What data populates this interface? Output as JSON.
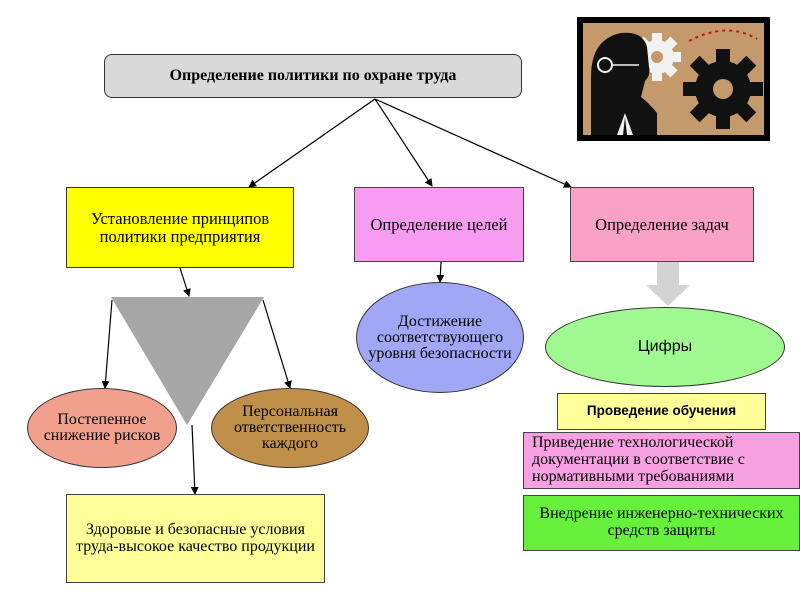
{
  "diagram": {
    "title": "Определение политики по охране труда",
    "principles": "Установление принципов политики предприятия",
    "goals": "Определение целей",
    "tasks": "Определение задач",
    "risk_reduction": "Постепенное снижение рисков",
    "responsibility": "Персональная ответственность каждого",
    "safety_level": "Достижение соответствующего уровня безопасности",
    "numbers": "Цифры",
    "healthy_conditions": "Здоровые и безопасные условия труда-высокое качество продукции",
    "training": "Проведение обучения",
    "documentation": "Приведение технологической документации в соответствие с нормативными требованиями",
    "engineering": "Внедрение инженерно-технических средств защиты"
  },
  "colors": {
    "title_fill": "#d9d9d9",
    "principles_fill": "#ffff00",
    "goals_fill": "#f79cf0",
    "tasks_fill": "#f7a1c5",
    "risk_fill": "#f0a08c",
    "responsibility_fill": "#c0904a",
    "safety_fill": "#a0a8f5",
    "numbers_fill": "#a0f890",
    "healthy_fill": "#ffff99",
    "training_fill": "#ffff99",
    "documentation_fill": "#f7a1e3",
    "engineering_fill": "#66f03c",
    "triangle_fill": "#a6a6a6"
  },
  "icons": {
    "clipart": "person-with-gears-icon"
  }
}
